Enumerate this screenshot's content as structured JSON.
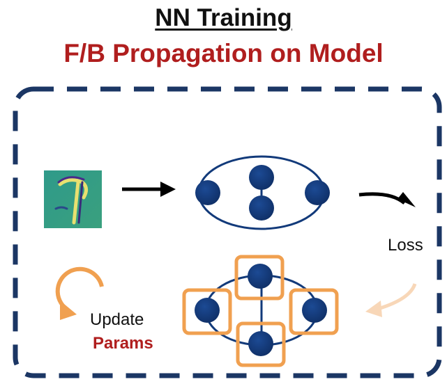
{
  "title": "NN Training",
  "subtitle": "F/B Propagation on Model",
  "loss_label": "Loss",
  "update_label": "Update",
  "params_label": "Params",
  "colors": {
    "title_red": "#b01e1e",
    "node_navy": "#123a7a",
    "dash_navy": "#1b3664",
    "highlight_orange": "#f0a050",
    "faded_orange": "#f8d7b8"
  },
  "icons": [
    "digit-image",
    "forward-arrow-icon",
    "loss-arrow-icon",
    "backprop-arrow-icon",
    "update-cycle-icon"
  ]
}
